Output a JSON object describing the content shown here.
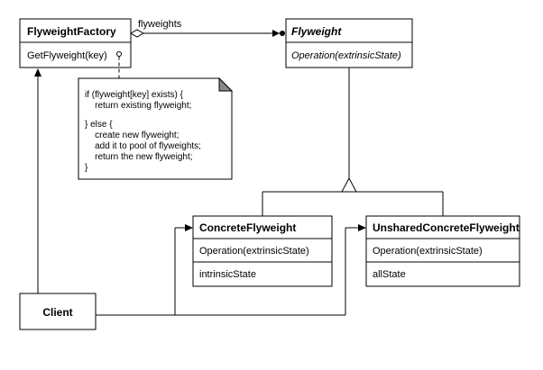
{
  "classes": {
    "flyweight_factory": {
      "name": "FlyweightFactory",
      "operation": "GetFlyweight(key)"
    },
    "flyweight": {
      "name": "Flyweight",
      "operation": "Operation(extrinsicState)"
    },
    "concrete_flyweight": {
      "name": "ConcreteFlyweight",
      "operation": "Operation(extrinsicState)",
      "attribute": "intrinsicState"
    },
    "unshared_concrete_flyweight": {
      "name": "UnsharedConcreteFlyweight",
      "operation": "Operation(extrinsicState)",
      "attribute": "allState"
    },
    "client": {
      "name": "Client"
    }
  },
  "association_label": "flyweights",
  "note": {
    "lines": [
      "if (flyweight[key] exists) {",
      "    return existing flyweight;",
      "",
      "} else {",
      "    create new flyweight;",
      "    add it to pool of flyweights;",
      "    return the new flyweight;",
      "}"
    ]
  }
}
